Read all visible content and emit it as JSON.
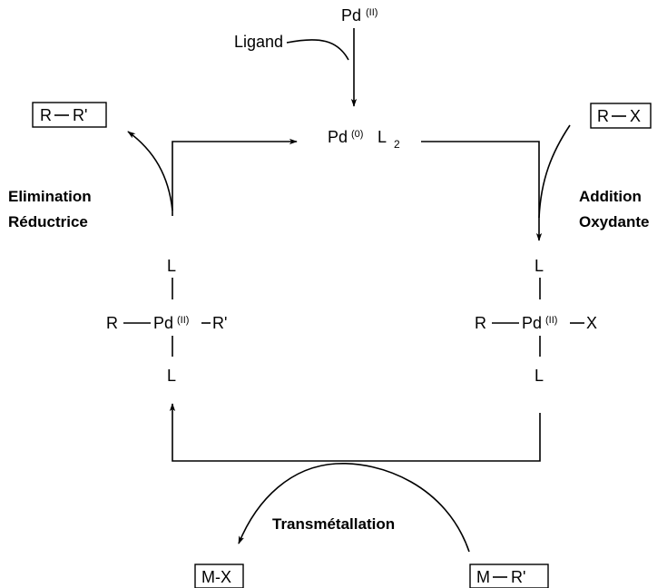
{
  "catalyst_precursor": {
    "symbol": "Pd",
    "oxidation": "(II)"
  },
  "ligand_label": "Ligand",
  "active_catalyst": {
    "symbol": "Pd",
    "oxidation": "(0)",
    "ligand": "L",
    "count": "2"
  },
  "reactant_halide": {
    "r": "R",
    "x": "X"
  },
  "product": {
    "r": "R",
    "r2": "R'"
  },
  "steps": {
    "oxidative_addition": [
      "Addition",
      "Oxydante"
    ],
    "reductive_elimination": [
      "Elimination",
      "Réductrice"
    ],
    "transmetalation": "Transmétallation"
  },
  "intermediate_oa": {
    "r": "R",
    "pd": "Pd",
    "oxidation": "(II)",
    "x": "X",
    "l_top": "L",
    "l_bottom": "L"
  },
  "intermediate_tm": {
    "r": "R",
    "pd": "Pd",
    "oxidation": "(II)",
    "r2": "R'",
    "l_top": "L",
    "l_bottom": "L"
  },
  "organometallic_reagent": {
    "m": "M",
    "r2": "R'"
  },
  "byproduct": "M-X"
}
